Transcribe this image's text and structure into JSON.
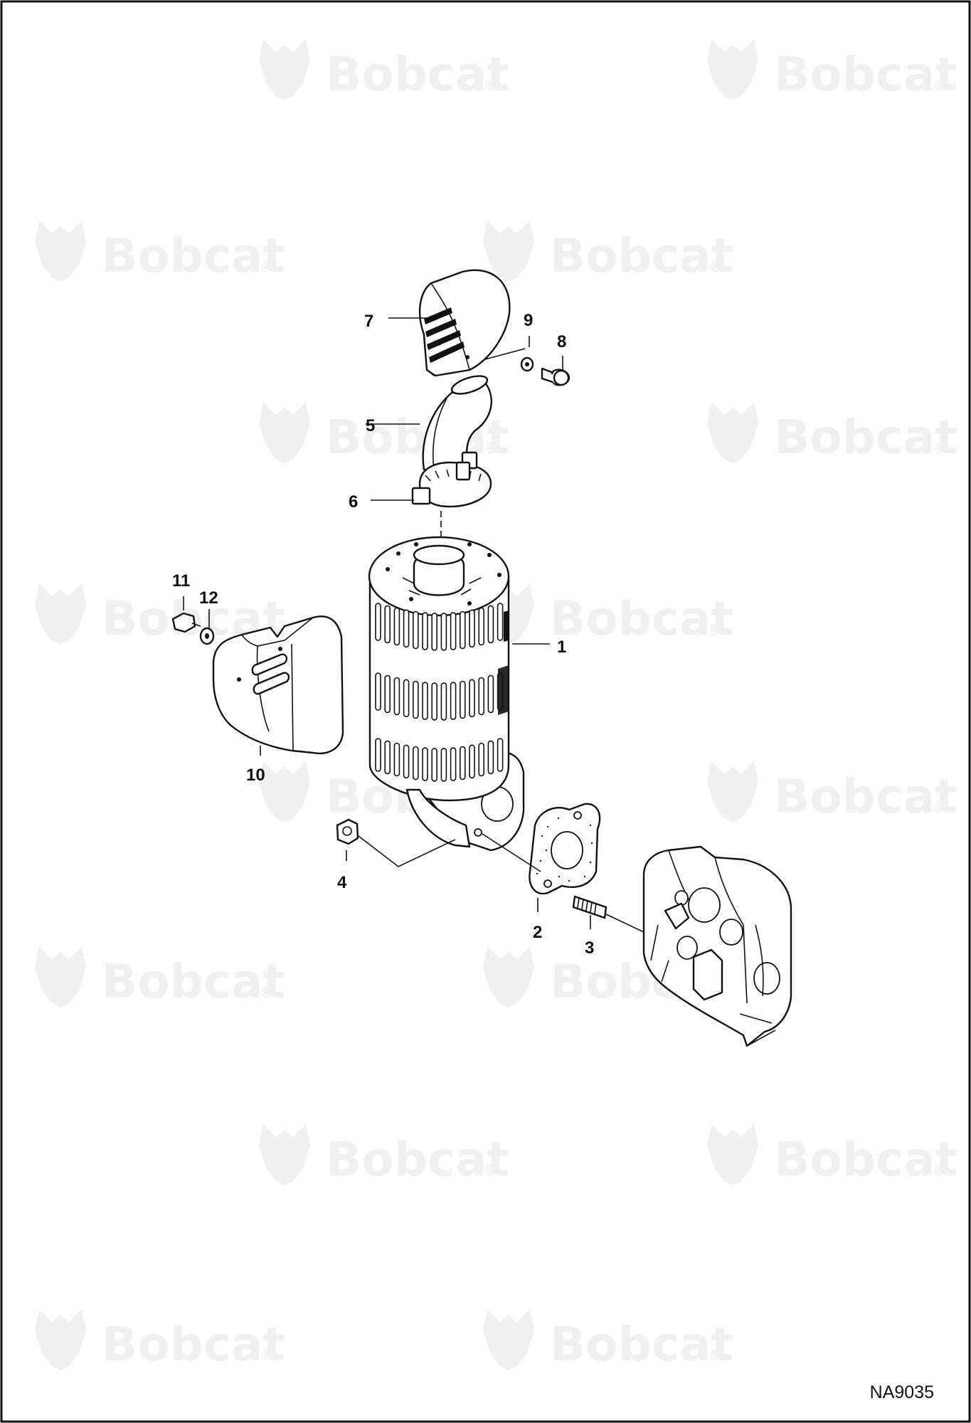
{
  "watermark": {
    "text": "Bobcat",
    "registered_mark": "®"
  },
  "callouts": [
    {
      "id": "1",
      "label": "1"
    },
    {
      "id": "2",
      "label": "2"
    },
    {
      "id": "3",
      "label": "3"
    },
    {
      "id": "4",
      "label": "4"
    },
    {
      "id": "5",
      "label": "5"
    },
    {
      "id": "6",
      "label": "6"
    },
    {
      "id": "7",
      "label": "7"
    },
    {
      "id": "8",
      "label": "8"
    },
    {
      "id": "9",
      "label": "9"
    },
    {
      "id": "10",
      "label": "10"
    },
    {
      "id": "11",
      "label": "11"
    },
    {
      "id": "12",
      "label": "12"
    }
  ],
  "figure_code": "NA9035"
}
